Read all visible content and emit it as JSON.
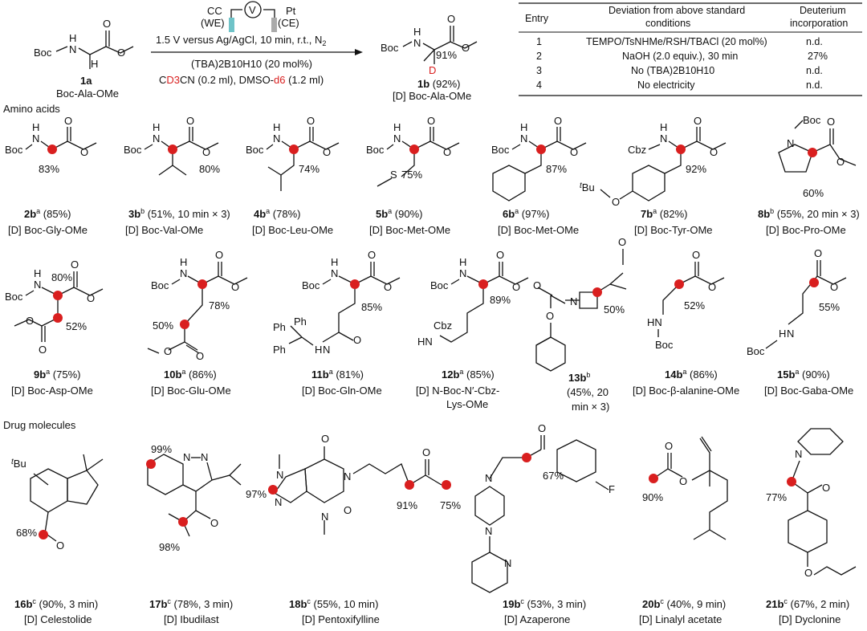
{
  "reaction": {
    "electrode_we_top": "CC",
    "electrode_we": "(WE)",
    "electrode_ce_top": "Pt",
    "electrode_ce": "(CE)",
    "potentiostat": "V",
    "cond1": "1.5 V versus Ag/AgCl, 10 min, r.t., N",
    "cond1_sub": "2",
    "cond2": "(TBA)2B10H10 (20 mol%)",
    "cond3_prefix": "C",
    "cond3_red": "D3",
    "cond3_mid": "CN (0.2 ml), DMSO-",
    "cond3_red2": "d6",
    "cond3_end": " (1.2 ml)",
    "sm_id": "1a",
    "sm_name": "Boc-Ala-OMe",
    "sm_boc": "Boc",
    "sm_nh": "H",
    "sm_n": "N",
    "sm_h": "H",
    "pr_boc": "Boc",
    "pr_n": "N",
    "pr_h": "H",
    "pr_pct": "91%",
    "pr_d": "D",
    "pr_id": "1b",
    "pr_yield": " (92%)",
    "pr_name": "[D] Boc-Ala-OMe"
  },
  "table": {
    "headers": [
      "Entry",
      "Deviation from above standard conditions",
      "Deuterium incorporation"
    ],
    "header_line2": [
      "",
      "conditions",
      "incorporation"
    ],
    "header_line1": [
      "Entry",
      "Deviation from above standard",
      "Deuterium"
    ],
    "rows": [
      {
        "entry": "1",
        "deviation": "TEMPO/TsNHMe/RSH/TBACl (20 mol%)",
        "incorporation": "n.d."
      },
      {
        "entry": "2",
        "deviation": "NaOH (2.0 equiv.), 30 min",
        "incorporation": "27%"
      },
      {
        "entry": "3",
        "deviation": "No (TBA)2B10H10",
        "incorporation": "n.d."
      },
      {
        "entry": "4",
        "deviation": "No electricity",
        "incorporation": "n.d."
      }
    ]
  },
  "sections": {
    "amino": "Amino acids",
    "drugs": "Drug molecules"
  },
  "compounds": [
    {
      "id": "2b",
      "sup": "a",
      "yield": " (85%)",
      "name": "[D] Boc-Gly-OMe",
      "pct": [
        "83%"
      ]
    },
    {
      "id": "3b",
      "sup": "b",
      "yield": " (51%, 10 min × 3)",
      "name": "[D] Boc-Val-OMe",
      "pct": [
        "80%"
      ]
    },
    {
      "id": "4b",
      "sup": "a",
      "yield": " (78%)",
      "name": "[D] Boc-Leu-OMe",
      "pct": [
        "74%"
      ]
    },
    {
      "id": "5b",
      "sup": "a",
      "yield": " (90%)",
      "name": "[D] Boc-Met-OMe",
      "pct": [
        "75%"
      ]
    },
    {
      "id": "6b",
      "sup": "a",
      "yield": " (97%)",
      "name": "[D] Boc-Met-OMe",
      "pct": [
        "87%"
      ]
    },
    {
      "id": "7b",
      "sup": "a",
      "yield": " (82%)",
      "name": "[D] Boc-Tyr-OMe",
      "pct": [
        "92%"
      ]
    },
    {
      "id": "8b",
      "sup": "b",
      "yield": " (55%, 20 min × 3)",
      "name": "[D] Boc-Pro-OMe",
      "pct": [
        "60%"
      ]
    },
    {
      "id": "9b",
      "sup": "a",
      "yield": " (75%)",
      "name": "[D] Boc-Asp-OMe",
      "pct": [
        "80%",
        "52%"
      ]
    },
    {
      "id": "10b",
      "sup": "a",
      "yield": " (86%)",
      "name": "[D] Boc-Glu-OMe",
      "pct": [
        "78%",
        "50%"
      ]
    },
    {
      "id": "11b",
      "sup": "a",
      "yield": " (81%)",
      "name": "[D] Boc-Gln-OMe",
      "pct": [
        "85%"
      ]
    },
    {
      "id": "12b",
      "sup": "a",
      "yield": " (85%)",
      "name": "[D] N-Boc-N′-Cbz-",
      "name2": "Lys-OMe",
      "pct": [
        "89%"
      ]
    },
    {
      "id": "13b",
      "sup": "b",
      "yield": "",
      "name": "(45%, 20",
      "name2": "min × 3)",
      "pct": [
        "50%"
      ]
    },
    {
      "id": "14b",
      "sup": "a",
      "yield": " (86%)",
      "name": "[D] Boc-β-alanine-OMe",
      "pct": [
        "52%"
      ]
    },
    {
      "id": "15b",
      "sup": "a",
      "yield": " (90%)",
      "name": "[D] Boc-Gaba-OMe",
      "pct": [
        "55%"
      ]
    },
    {
      "id": "16b",
      "sup": "c",
      "yield": " (90%, 3 min)",
      "name": "[D] Celestolide",
      "pct": [
        "68%"
      ]
    },
    {
      "id": "17b",
      "sup": "c",
      "yield": " (78%, 3 min)",
      "name": "[D] Ibudilast",
      "pct": [
        "99%",
        "98%"
      ]
    },
    {
      "id": "18b",
      "sup": "c",
      "yield": " (55%, 10 min)",
      "name": "[D] Pentoxifylline",
      "pct": [
        "97%",
        "91%",
        "75%"
      ]
    },
    {
      "id": "19b",
      "sup": "c",
      "yield": " (53%, 3 min)",
      "name": "[D] Azaperone",
      "pct": [
        "67%"
      ]
    },
    {
      "id": "20b",
      "sup": "c",
      "yield": " (40%, 9 min)",
      "name": "[D] Linalyl acetate",
      "pct": [
        "90%"
      ]
    },
    {
      "id": "21b",
      "sup": "c",
      "yield": " (67%, 2 min)",
      "name": "[D] Dyclonine",
      "pct": [
        "77%"
      ]
    }
  ],
  "atoms": {
    "boc": "Boc",
    "cbz": "Cbz",
    "n": "N",
    "h": "H",
    "o": "O",
    "s": "S",
    "f": "F",
    "hn": "HN",
    "ph": "Ph",
    "tbu_t": "t",
    "tbu": "Bu"
  }
}
